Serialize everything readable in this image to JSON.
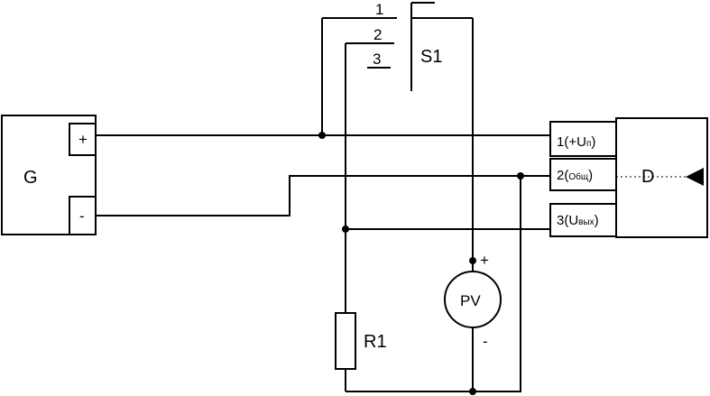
{
  "generator": {
    "label": "G",
    "plus_label": "+",
    "minus_label": "-"
  },
  "switch": {
    "label": "S1",
    "positions": [
      "1",
      "2",
      "3"
    ]
  },
  "device": {
    "label": "D",
    "terminals": [
      {
        "prefix": "1(+U",
        "sub": "п",
        "suffix": ")"
      },
      {
        "prefix": "2(",
        "sub": "Общ",
        "suffix": ")"
      },
      {
        "prefix": "3(U",
        "sub": "вых",
        "suffix": ")"
      }
    ]
  },
  "voltmeter": {
    "label": "PV",
    "plus_label": "+",
    "minus_label": "-"
  },
  "resistor": {
    "label": "R1"
  }
}
